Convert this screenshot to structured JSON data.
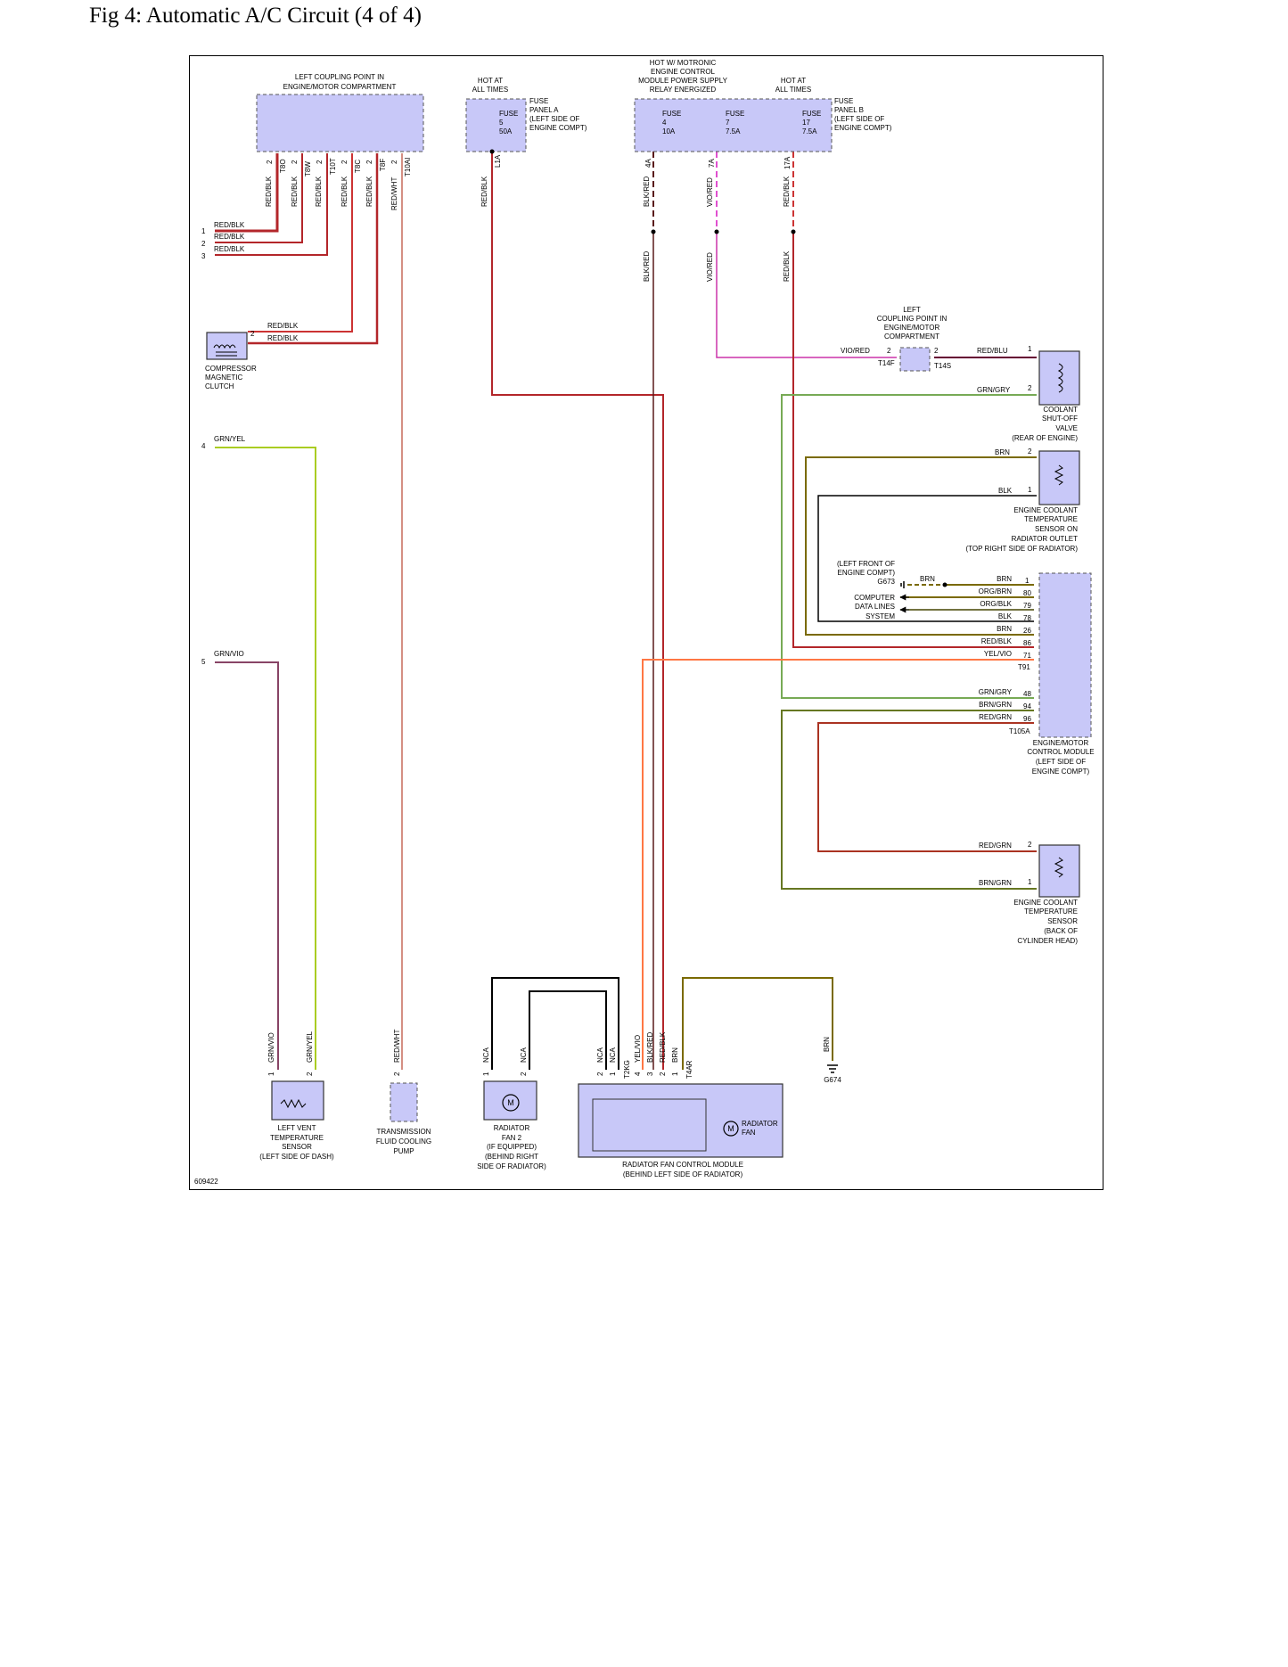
{
  "page": {
    "title": "Fig 4: Automatic A/C Circuit (4 of 4)",
    "figure_id": "609422"
  },
  "colors": {
    "red_blk": "#b3262a",
    "red": "#cc3333",
    "red_wht": "#c56a5a",
    "blk": "#000000",
    "blk_red": "#5a1a1a",
    "vio_red": "#e050d0",
    "vio_red_solid": "#cc33aa",
    "red_blu": "#660033",
    "grn_gry": "#77aa55",
    "grn_yel": "#aacc22",
    "grn_vio": "#884466",
    "brn": "#7a6a00",
    "brn_grn": "#667722",
    "red_grn": "#aa3322",
    "yel_vio": "#ff7744",
    "org_blk": "#444400",
    "component_fill": "#c8c8f8"
  },
  "components": {
    "coupling_top": [
      "LEFT COUPLING POINT IN",
      "ENGINE/MOTOR COMPARTMENT"
    ],
    "hot_a": [
      "HOT AT",
      "ALL TIMES"
    ],
    "fuse_panel_a_label": [
      "FUSE",
      "PANEL A",
      "(LEFT SIDE OF",
      "ENGINE COMPT)"
    ],
    "fuse_5": [
      "FUSE",
      "5",
      "50A"
    ],
    "hot_motronic": [
      "HOT W/ MOTRONIC",
      "ENGINE CONTROL",
      "MODULE POWER SUPPLY",
      "RELAY ENERGIZED"
    ],
    "hot_b": [
      "HOT AT",
      "ALL TIMES"
    ],
    "fuse_4": [
      "FUSE",
      "4",
      "10A"
    ],
    "fuse_7": [
      "FUSE",
      "7",
      "7.5A"
    ],
    "fuse_17": [
      "FUSE",
      "17",
      "7.5A"
    ],
    "fuse_panel_b_label": [
      "FUSE",
      "PANEL B",
      "(LEFT SIDE OF",
      "ENGINE COMPT)"
    ],
    "compressor": [
      "COMPRESSOR",
      "MAGNETIC",
      "CLUTCH"
    ],
    "coupling_mid": [
      "LEFT",
      "COUPLING POINT IN",
      "ENGINE/MOTOR",
      "COMPARTMENT"
    ],
    "coolant_valve": [
      "COOLANT",
      "SHUT-OFF",
      "VALVE",
      "(REAR OF ENGINE)"
    ],
    "ect_radiator": [
      "ENGINE COOLANT",
      "TEMPERATURE",
      "SENSOR ON",
      "RADIATOR OUTLET",
      "(TOP RIGHT SIDE OF RADIATOR)"
    ],
    "g673": [
      "(LEFT FRONT OF",
      "ENGINE COMPT)",
      "G673"
    ],
    "data_lines": [
      "COMPUTER",
      "DATA LINES",
      "SYSTEM"
    ],
    "ecm": [
      "ENGINE/MOTOR",
      "CONTROL MODULE",
      "(LEFT SIDE OF",
      "ENGINE COMPT)"
    ],
    "ect_head": [
      "ENGINE COOLANT",
      "TEMPERATURE",
      "SENSOR",
      "(BACK OF",
      "CYLINDER HEAD)"
    ],
    "vent_sensor": [
      "LEFT VENT",
      "TEMPERATURE",
      "SENSOR",
      "(LEFT SIDE OF DASH)"
    ],
    "trans_pump": [
      "TRANSMISSION",
      "FLUID COOLING",
      "PUMP"
    ],
    "fan2": [
      "RADIATOR",
      "FAN 2",
      "(IF EQUIPPED)",
      "(BEHIND RIGHT",
      "SIDE OF RADIATOR)"
    ],
    "fan_module": [
      "RADIATOR FAN CONTROL MODULE",
      "(BEHIND LEFT SIDE OF RADIATOR)"
    ],
    "radiator_fan": [
      "RADIATOR",
      "FAN"
    ],
    "motor_symbol": "M",
    "g674": "G674"
  },
  "connectors": {
    "top": [
      "T8O",
      "T8W",
      "T10T",
      "T8C",
      "T8F",
      "T10AI"
    ],
    "fuse_a": "L1A",
    "fuse_b": [
      "4A",
      "7A",
      "17A"
    ],
    "coupling_mid": [
      "T14F",
      "T14S"
    ],
    "ecm": [
      "T91",
      "T105A"
    ],
    "fan_module": [
      "T2KG",
      "T4AR"
    ]
  },
  "wires": {
    "top_vertical": [
      "RED/BLK",
      "RED/BLK",
      "RED/BLK",
      "RED/BLK",
      "RED/BLK",
      "RED/WHT"
    ],
    "fuse_a": "RED/BLK",
    "fuse_b_upper": [
      "BLK/RED",
      "VIO/RED",
      "RED/BLK"
    ],
    "fuse_b_lower": [
      "BLK/RED",
      "VIO/RED",
      "RED/BLK"
    ],
    "left_outputs": [
      {
        "num": "1",
        "label": "RED/BLK"
      },
      {
        "num": "",
        "label": "RED/BLK"
      },
      {
        "num": "2",
        "label": "RED/BLK"
      },
      {
        "num": "3",
        "label": ""
      },
      {
        "num": "4",
        "label": "GRN/YEL"
      },
      {
        "num": "5",
        "label": "GRN/VIO"
      }
    ],
    "compressor": [
      "RED/BLK",
      "RED/BLK"
    ],
    "vio_red": "VIO/RED",
    "red_blu": "RED/BLU",
    "grn_gry": "GRN/GRY",
    "ect_rad": [
      "BRN",
      "BLK"
    ],
    "g673_brn": "BRN",
    "ecm_pins": [
      {
        "label": "BRN",
        "pin": "1"
      },
      {
        "label": "ORG/BRN",
        "pin": "80"
      },
      {
        "label": "ORG/BLK",
        "pin": "79"
      },
      {
        "label": "BLK",
        "pin": "78"
      },
      {
        "label": "BRN",
        "pin": "26"
      },
      {
        "label": "RED/BLK",
        "pin": "86"
      },
      {
        "label": "YEL/VIO",
        "pin": "71"
      },
      {
        "label": "GRN/GRY",
        "pin": "48"
      },
      {
        "label": "BRN/GRN",
        "pin": "94"
      },
      {
        "label": "RED/GRN",
        "pin": "96"
      }
    ],
    "ect_head": [
      "RED/GRN",
      "BRN/GRN"
    ],
    "vent": [
      "GRN/VIO",
      "GRN/YEL"
    ],
    "trans": "RED/WHT",
    "fan2": [
      "NCA",
      "NCA"
    ],
    "fan_module": [
      "NCA",
      "NCA",
      "YEL/VIO",
      "BLK/RED",
      "RED/BLK",
      "BRN"
    ],
    "g674": "BRN"
  },
  "pins": {
    "top": [
      "2",
      "2",
      "2",
      "2",
      "2",
      "2"
    ],
    "coupling_mid": [
      "2",
      "2"
    ],
    "valve": [
      "1",
      "2"
    ],
    "ect_rad": [
      "2",
      "1"
    ],
    "ect_head": [
      "2",
      "1"
    ],
    "compressor": "2",
    "vent": [
      "1",
      "2"
    ],
    "trans": "2",
    "fan2": [
      "1",
      "2"
    ],
    "fan_module": [
      "2",
      "1",
      "4",
      "3",
      "2",
      "1"
    ]
  }
}
